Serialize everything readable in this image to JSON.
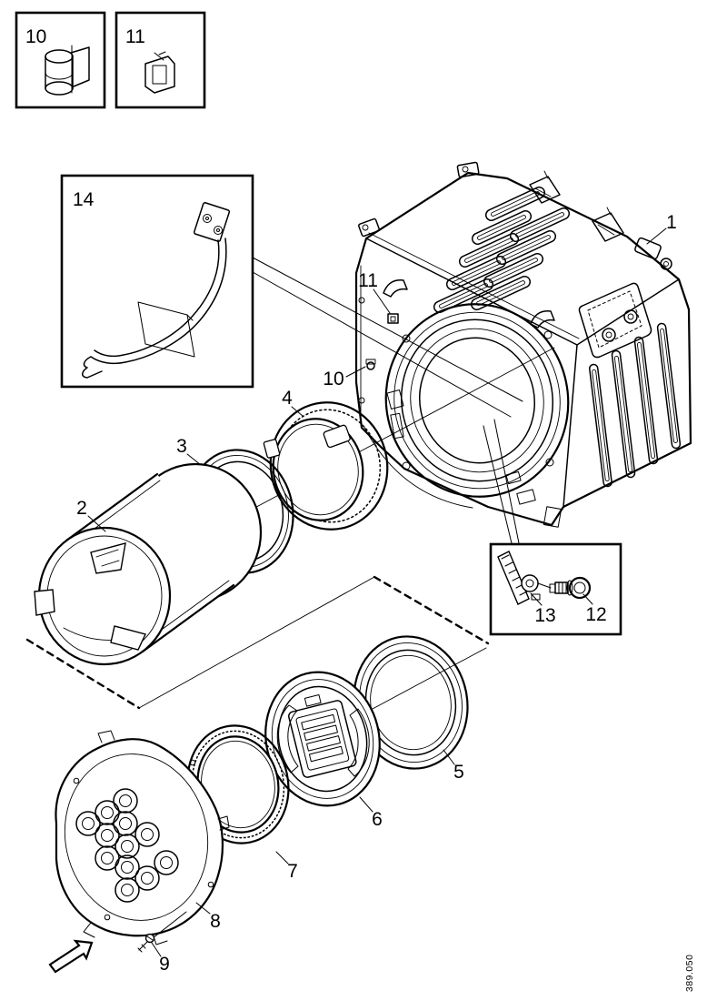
{
  "page": {
    "background": "#ffffff",
    "ink": "#000000"
  },
  "insets": {
    "box10_label": "10",
    "box11_label": "11"
  },
  "callouts": {
    "c1": "1",
    "c2": "2",
    "c3": "3",
    "c4": "4",
    "c5": "5",
    "c6": "6",
    "c7": "7",
    "c8": "8",
    "c9": "9",
    "c10": "10",
    "c11": "11",
    "c12": "12",
    "c13": "13",
    "c14": "14"
  },
  "footer": {
    "drawing_number": "389.050"
  }
}
